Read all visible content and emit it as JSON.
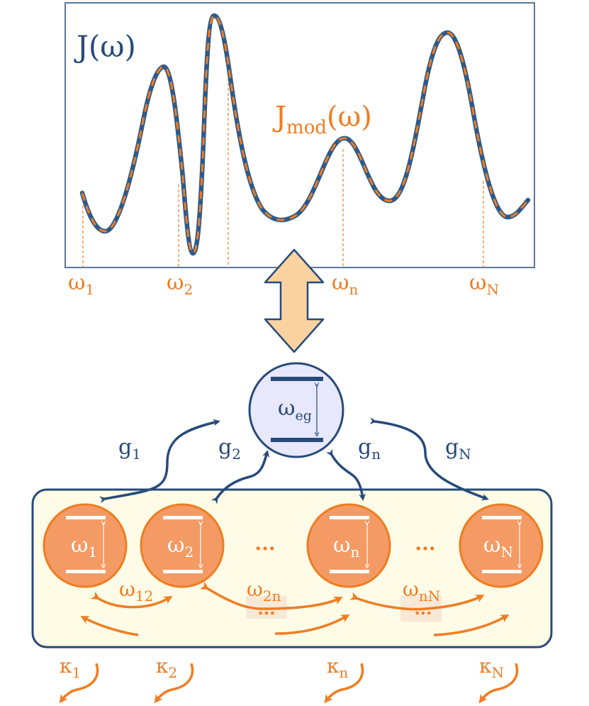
{
  "colors": {
    "navy": "#274a7a",
    "orange": "#ef7d22",
    "mode_fill": "#f49a64",
    "reservoir_fill": "#fefbe6",
    "system_fill": "#e7e8fb",
    "arrow_fill": "#fbd3a0",
    "label_box": "#f8e8d6"
  },
  "spectrum": {
    "label_main": "J",
    "label_main_arg": "(ω)",
    "label_mod": "J",
    "label_mod_sub": "mod",
    "label_mod_arg": "(ω)",
    "freq_labels": [
      {
        "base": "ω",
        "sub": "1"
      },
      {
        "base": "ω",
        "sub": "2"
      },
      {
        "base": "ω",
        "sub": "n"
      },
      {
        "base": "ω",
        "sub": "N"
      }
    ]
  },
  "system": {
    "label_base": "ω",
    "label_sub": "eg"
  },
  "couplings": [
    {
      "base": "g",
      "sub": "1"
    },
    {
      "base": "g",
      "sub": "2"
    },
    {
      "base": "g",
      "sub": "n"
    },
    {
      "base": "g",
      "sub": "N"
    }
  ],
  "modes": [
    {
      "base": "ω",
      "sub": "1"
    },
    {
      "base": "ω",
      "sub": "2"
    },
    {
      "base": "ω",
      "sub": "n"
    },
    {
      "base": "ω",
      "sub": "N"
    }
  ],
  "ellipsis": "...",
  "mode_couplings": [
    {
      "base": "ω",
      "sub": "12"
    },
    {
      "base": "ω",
      "sub": "2n"
    },
    {
      "base": "ω",
      "sub": "nN"
    }
  ],
  "decays": [
    {
      "base": "κ",
      "sub": "1"
    },
    {
      "base": "κ",
      "sub": "2"
    },
    {
      "base": "κ",
      "sub": "n"
    },
    {
      "base": "κ",
      "sub": "N"
    }
  ]
}
